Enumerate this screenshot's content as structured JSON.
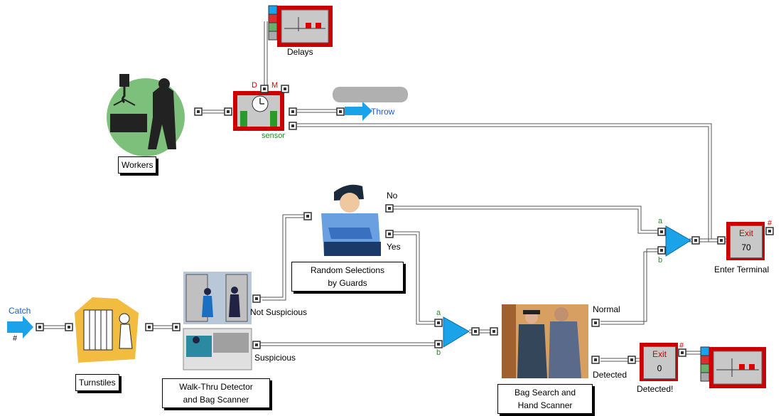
{
  "blocks": {
    "delays_label": "Delays",
    "workers_label": "Workers",
    "sensor_label": "sensor",
    "throw_label": "Throw",
    "catch_label": "Catch",
    "turnstiles_label": "Turnstiles",
    "walkthru_label_line1": "Walk-Thru Detector",
    "walkthru_label_line2": "and Bag Scanner",
    "random_label_line1": "Random Selections",
    "random_label_line2": "by Guards",
    "bagsearch_label_line1": "Bag Search and",
    "bagsearch_label_line2": "Hand Scanner",
    "enter_terminal_label": "Enter Terminal",
    "detected_exit_label": "Detected!",
    "not_suspicious_label": "Not Suspicious",
    "suspicious_label": "Suspicious",
    "no_label": "No",
    "yes_label": "Yes",
    "normal_label": "Normal",
    "detected_label": "Detected"
  },
  "exits": {
    "terminal": {
      "title": "Exit",
      "count": "70"
    },
    "detected": {
      "title": "Exit",
      "count": "0"
    }
  },
  "ports": {
    "d": "D",
    "m": "M",
    "a": "a",
    "b": "b",
    "hash": "#",
    "hash_out": "#"
  },
  "colors": {
    "block_red": "#cc0000",
    "select_cyan": "#1aa3e8",
    "connector": "#555555",
    "port_label_green": "#2a8a2a",
    "port_label_red": "#d00000",
    "label_blue": "#1c5ad8"
  },
  "icons": [
    "crane-worker-icon",
    "activity-clock-icon",
    "plotter-icon",
    "throw-arrow-icon",
    "catch-arrow-icon",
    "turnstile-icon",
    "metal-detector-icon",
    "bag-scanner-icon",
    "guard-icon",
    "select-item-icon",
    "bag-search-icon"
  ]
}
